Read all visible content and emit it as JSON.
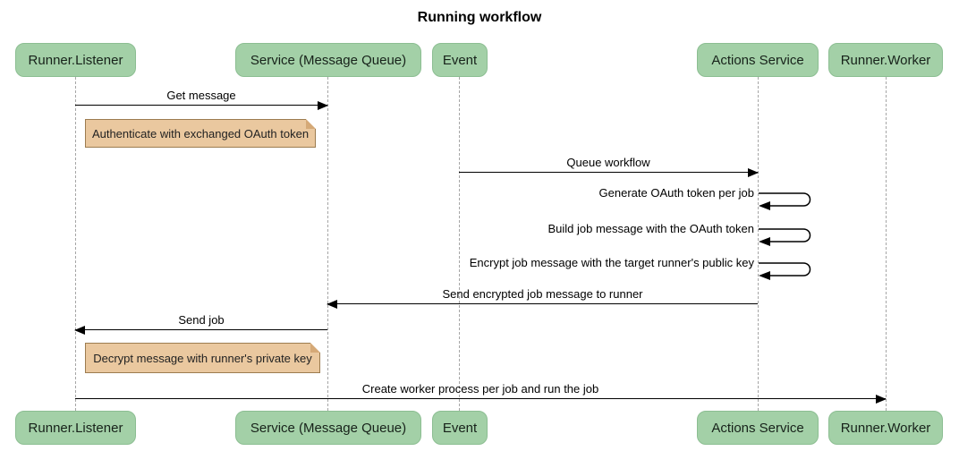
{
  "diagram": {
    "title": "Running workflow",
    "type": "sequence-diagram"
  },
  "actors": [
    {
      "label": "Runner.Listener"
    },
    {
      "label": "Service (Message Queue)"
    },
    {
      "label": "Event"
    },
    {
      "label": "Actions Service"
    },
    {
      "label": "Runner.Worker"
    }
  ],
  "messages": [
    {
      "label": "Get message",
      "from": "Runner.Listener",
      "to": "Service (Message Queue)",
      "direction": "right"
    },
    {
      "label": "Queue workflow",
      "from": "Event",
      "to": "Actions Service",
      "direction": "right"
    },
    {
      "label": "Generate OAuth token per job",
      "from": "Actions Service",
      "to": "Actions Service",
      "direction": "self"
    },
    {
      "label": "Build job message with the OAuth token",
      "from": "Actions Service",
      "to": "Actions Service",
      "direction": "self"
    },
    {
      "label": "Encrypt job message with the target runner's public key",
      "from": "Actions Service",
      "to": "Actions Service",
      "direction": "self"
    },
    {
      "label": "Send encrypted job message to runner",
      "from": "Actions Service",
      "to": "Service (Message Queue)",
      "direction": "left"
    },
    {
      "label": "Send job",
      "from": "Service (Message Queue)",
      "to": "Runner.Listener",
      "direction": "left"
    },
    {
      "label": "Create worker process per job and run the job",
      "from": "Runner.Listener",
      "to": "Runner.Worker",
      "direction": "right"
    }
  ],
  "notes": [
    {
      "label": "Authenticate with exchanged OAuth token",
      "near": "Runner.Listener"
    },
    {
      "label": "Decrypt message with runner's private key",
      "near": "Runner.Listener"
    }
  ],
  "colors": {
    "actor_fill": "#a3d0a7",
    "actor_border": "#8cbe92",
    "note_fill": "#eac89f",
    "note_border": "#9c7c50",
    "lifeline": "#a6a6a6",
    "message": "#000000",
    "background": "#ffffff"
  }
}
